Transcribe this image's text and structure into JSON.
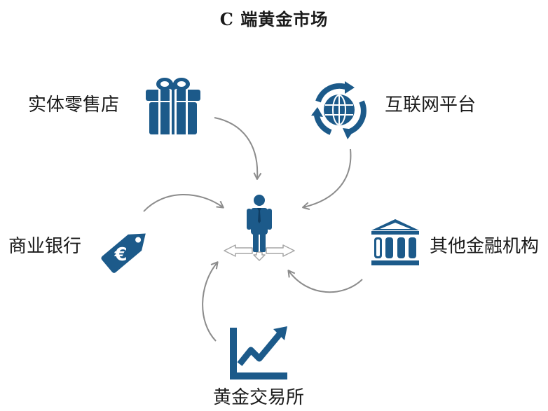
{
  "title": "C 端黄金市场",
  "nodes": {
    "retail": {
      "label": "实体零售店",
      "icon": "gift-icon"
    },
    "internet": {
      "label": "互联网平台",
      "icon": "globe-refresh-icon"
    },
    "bank": {
      "label": "商业银行",
      "icon": "euro-tag-icon"
    },
    "other_finance": {
      "label": "其他金融机构",
      "icon": "bank-building-icon"
    },
    "exchange": {
      "label": "黄金交易所",
      "icon": "rising-chart-icon"
    },
    "center": {
      "icon": "consumer-icon"
    }
  },
  "colors": {
    "icon": "#1c5a8a",
    "arrow": "#8c8c8c",
    "center_base": "#b9b9b9"
  }
}
